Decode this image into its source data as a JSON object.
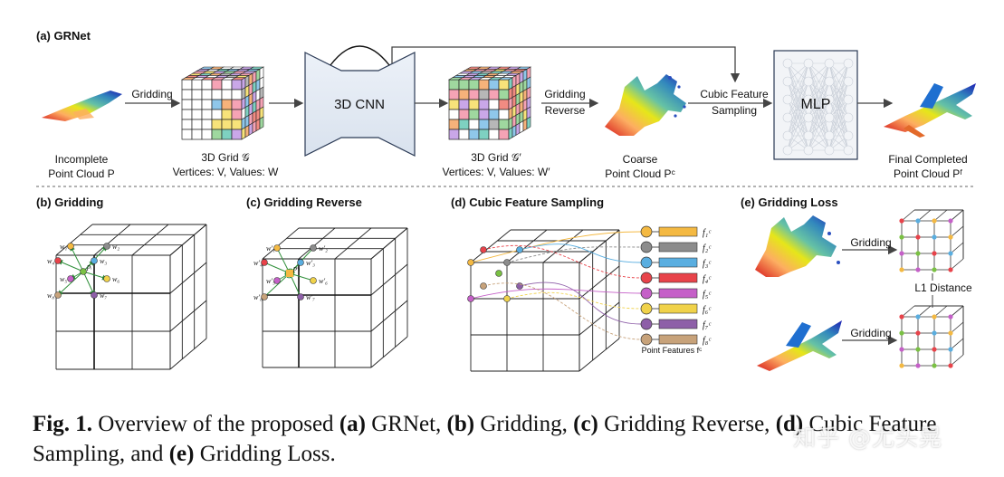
{
  "panel_a": {
    "title": "(a) GRNet",
    "incomplete_label": "Incomplete",
    "incomplete_label2": "Point Cloud P",
    "gridding_arrow_label": "Gridding",
    "grid_label": "3D Grid 𝒢",
    "grid_sub": "Vertices: V, Values: W",
    "cnn_label": "3D CNN",
    "grid2_label": "3D Grid 𝒢′",
    "grid2_sub": "Vertices: V, Values: W′",
    "reverse_label1": "Gridding",
    "reverse_label2": "Reverse",
    "coarse_label1": "Coarse",
    "coarse_label2": "Point Cloud Pᶜ",
    "cubic_label1": "Cubic Feature",
    "cubic_label2": "Sampling",
    "mlp_label": "MLP",
    "final_label1": "Final Completed",
    "final_label2": "Point Cloud Pᶠ"
  },
  "panel_b": {
    "title": "(b) Gridding",
    "weights": [
      "w₁",
      "w₂",
      "w₃",
      "w₄",
      "w₅",
      "w₆",
      "w₇",
      "w₈"
    ],
    "point": "pᵢ"
  },
  "panel_c": {
    "title": "(c) Gridding Reverse",
    "weights": [
      "w′₁",
      "w′₂",
      "w′₃",
      "w′₄",
      "w′₅",
      "w′₆",
      "w′₇",
      "w′₈"
    ],
    "point": "pᶜᵢ"
  },
  "panel_d": {
    "title": "(d) Cubic Feature Sampling",
    "features": [
      "f₁ᶜ",
      "f₂ᶜ",
      "f₃ᶜ",
      "f₄ᶜ",
      "f₅ᶜ",
      "f₆ᶜ",
      "f₇ᶜ",
      "f₈ᶜ"
    ],
    "feature_colors": [
      "#f4b942",
      "#8c8c8c",
      "#5aaee0",
      "#e8434a",
      "#c560c8",
      "#f0d24a",
      "#8e5fa8",
      "#c7a27a"
    ],
    "point_features_label": "Point Features fᶜ"
  },
  "panel_e": {
    "title": "(e) Gridding Loss",
    "gridding1": "Gridding",
    "gridding2": "Gridding",
    "distance": "L1 Distance"
  },
  "caption": {
    "fig_label": "Fig. 1.",
    "text_1": " Overview of the proposed ",
    "a": "(a)",
    "t_a": " GRNet, ",
    "b": "(b)",
    "t_b": " Gridding, ",
    "c": "(c)",
    "t_c": " Gridding Reverse, ",
    "d": "(d)",
    "t_d": " Cubic Feature Sampling, and ",
    "e": "(e)",
    "t_e": " Gridding Loss."
  },
  "watermark": "知乎 @尤头晃"
}
